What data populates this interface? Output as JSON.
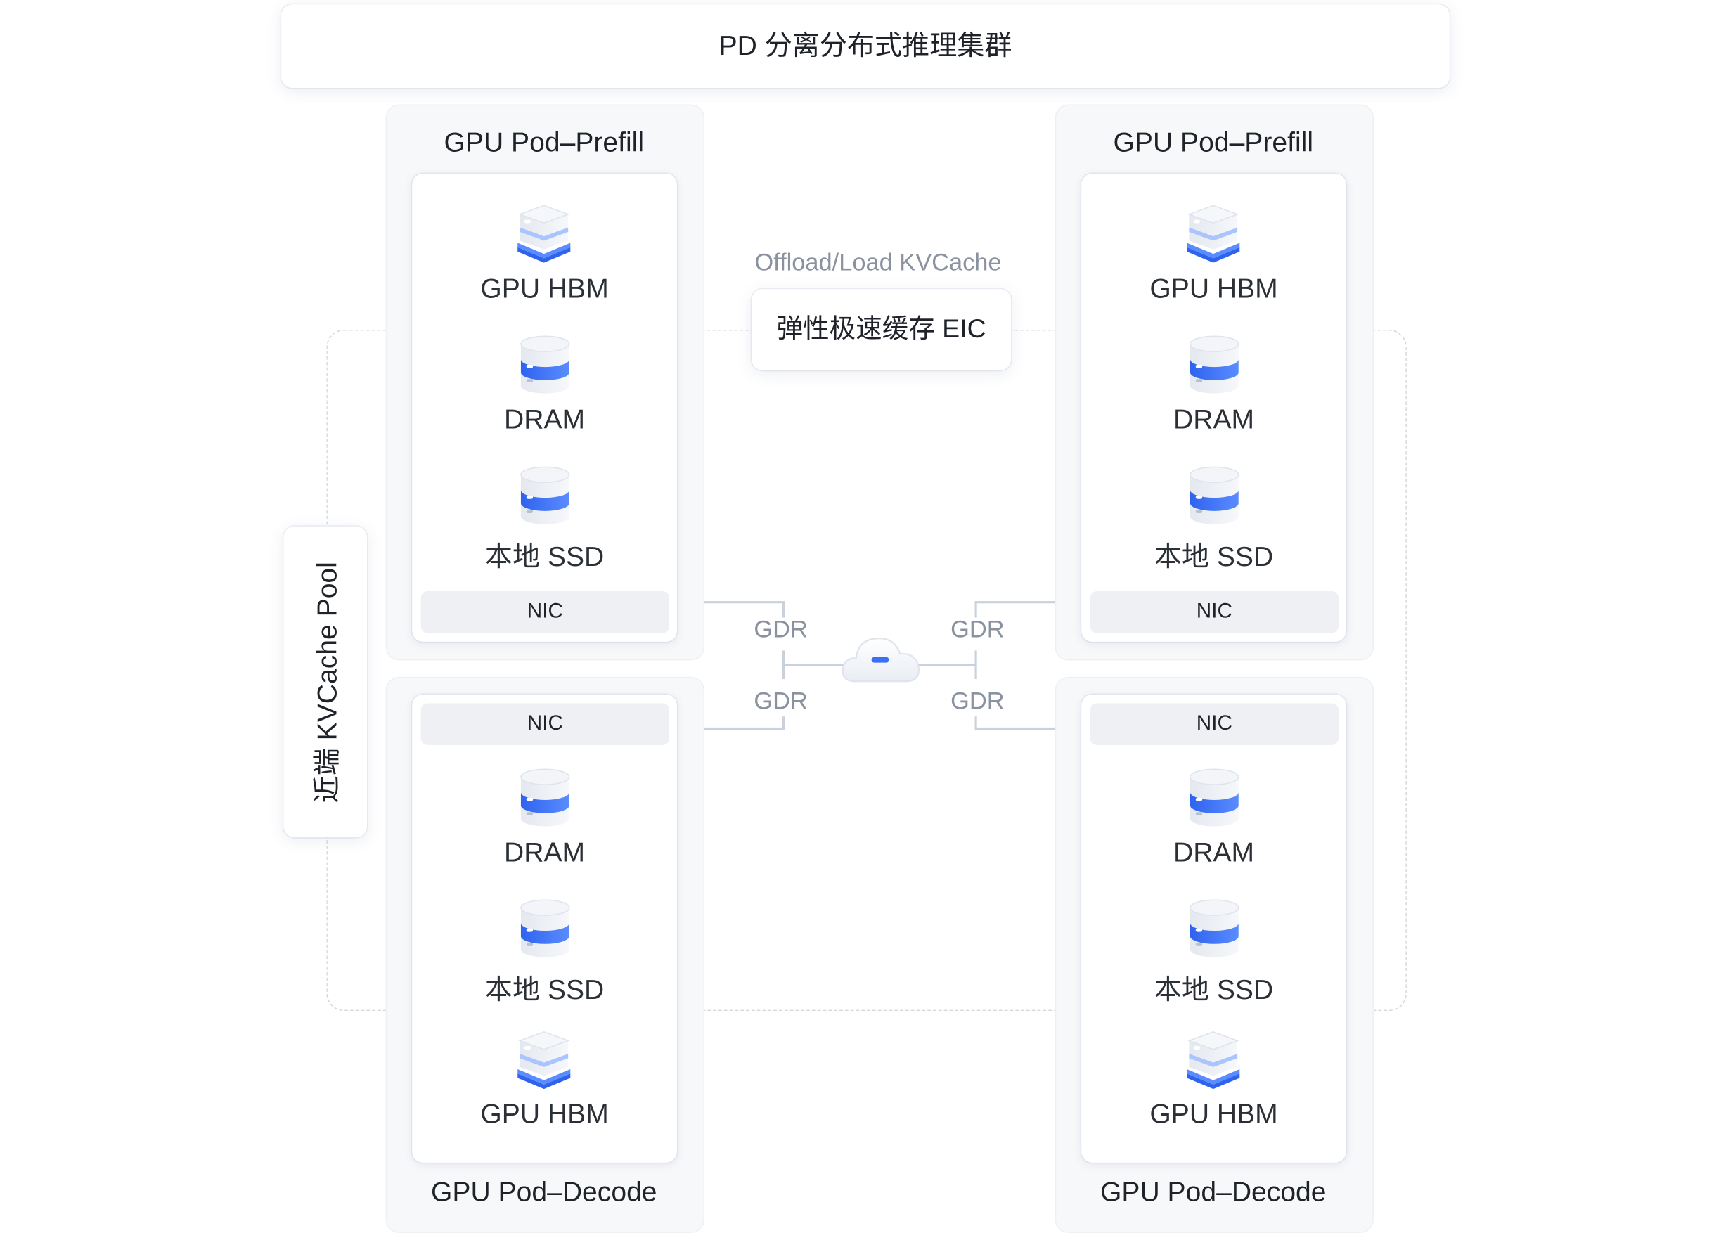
{
  "cluster_title": "PD 分离分布式推理集群",
  "kvcache_pool_label": "近端 KVCache Pool",
  "eic": {
    "caption": "Offload/Load KVCache",
    "label": "弹性极速缓存 EIC"
  },
  "pods": [
    {
      "title": "GPU Pod–Prefill",
      "nic": "NIC",
      "items": [
        "GPU HBM",
        "DRAM",
        "本地 SSD"
      ]
    },
    {
      "title": "GPU Pod–Prefill",
      "nic": "NIC",
      "items": [
        "GPU HBM",
        "DRAM",
        "本地 SSD"
      ]
    },
    {
      "title": "GPU Pod–Decode",
      "nic": "NIC",
      "items": [
        "DRAM",
        "本地 SSD",
        "GPU HBM"
      ]
    },
    {
      "title": "GPU Pod–Decode",
      "nic": "NIC",
      "items": [
        "DRAM",
        "本地 SSD",
        "GPU HBM"
      ]
    }
  ],
  "gdr_labels": [
    "GDR",
    "GDR",
    "GDR",
    "GDR"
  ],
  "icons": [
    "gpu-hbm-icon",
    "dram-icon",
    "ssd-icon",
    "cloud-icon"
  ],
  "colors": {
    "accent": "#3b6ff5",
    "line": "#c9d1dd",
    "text": "#1f2329",
    "muted": "#8a919f"
  }
}
